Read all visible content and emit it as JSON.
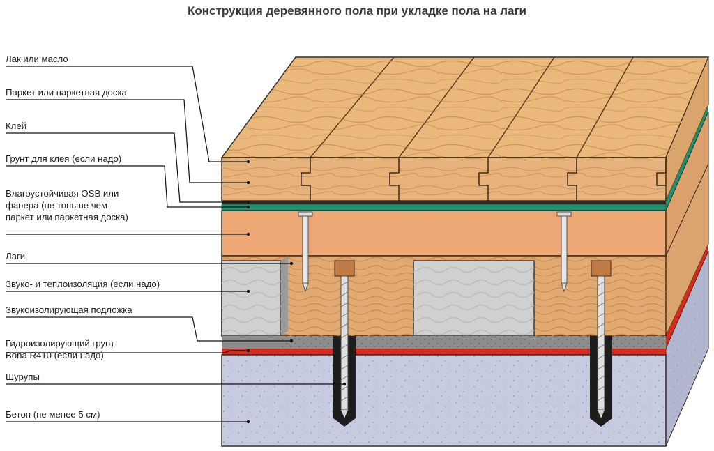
{
  "title": "Конструкция деревянного пола при укладке пола на лаги",
  "labels": [
    {
      "id": "lacquer",
      "lines": [
        "Лак или масло"
      ]
    },
    {
      "id": "parquet",
      "lines": [
        "Паркет или паркетная доска"
      ]
    },
    {
      "id": "glue",
      "lines": [
        "Клей"
      ]
    },
    {
      "id": "primer",
      "lines": [
        "Грунт для клея (если надо)"
      ]
    },
    {
      "id": "osb",
      "lines": [
        "Влагоустойчивая OSB или",
        "фанера (не тоньше чем",
        "паркет или паркетная доска)"
      ]
    },
    {
      "id": "joists",
      "lines": [
        "Лаги"
      ]
    },
    {
      "id": "insulation",
      "lines": [
        "Звуко- и теплоизоляция (если надо)"
      ]
    },
    {
      "id": "underlay",
      "lines": [
        "Звукоизолирующая подложка"
      ]
    },
    {
      "id": "waterproof",
      "lines": [
        "Гидроизолирующий грунт",
        "Bona R410 (если надо)"
      ]
    },
    {
      "id": "screws",
      "lines": [
        "Шурупы"
      ]
    },
    {
      "id": "concrete",
      "lines": [
        "Бетон (не менее 5 см)"
      ]
    }
  ],
  "colors": {
    "wood_top": "#e9b87a",
    "wood_front": "#e7b27c",
    "wood_grain": "#c98d52",
    "osb": "#eda875",
    "green": "#1f8f6e",
    "red": "#d42a1f",
    "concrete": "#c6cbe2",
    "insulation": "#cfcfcf",
    "underlay": "#8f8f8f",
    "leader": "#111111"
  }
}
